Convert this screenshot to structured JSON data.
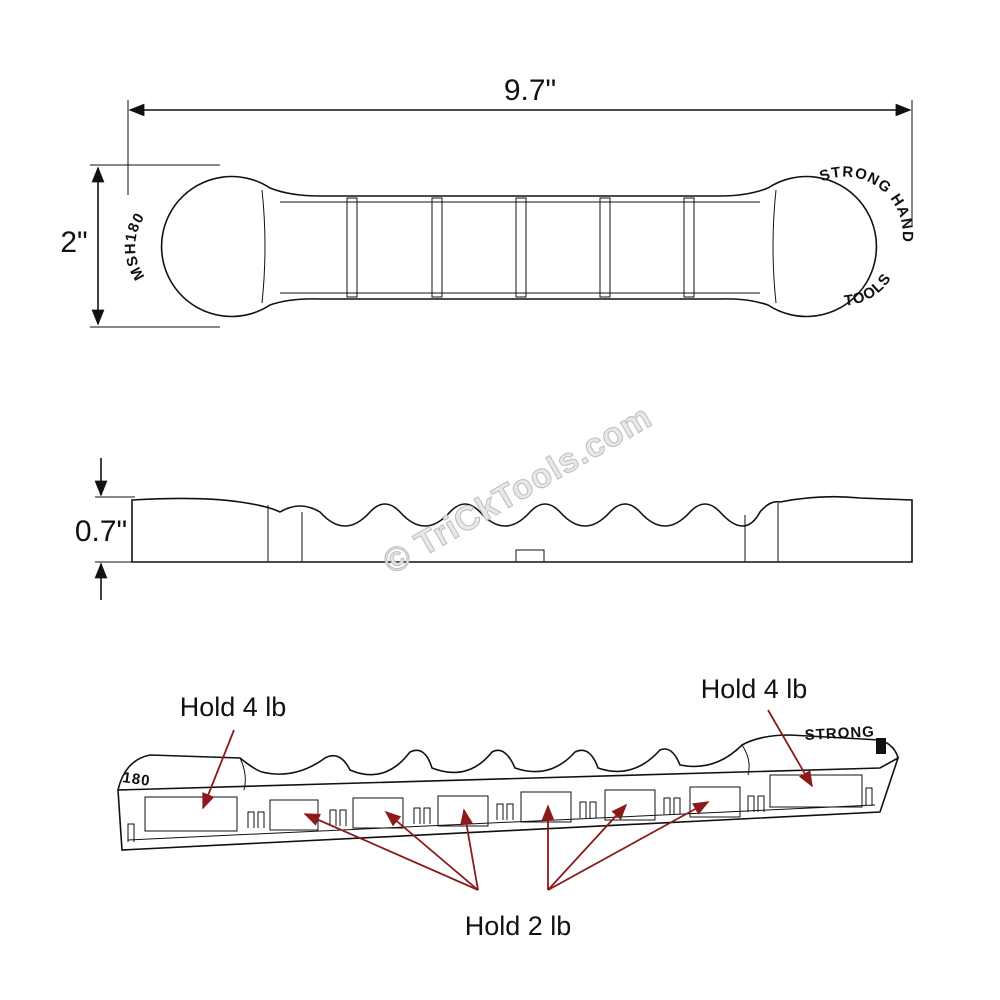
{
  "dimensions": {
    "length": "9.7\"",
    "width": "2\"",
    "height": "0.7\""
  },
  "embossed": {
    "left_label": "MSH180",
    "right_top": "STRONG HAND",
    "right_bottom": "TOOLS",
    "iso_label": "STRONG",
    "iso_side": "180"
  },
  "watermark": "© TriCkTools.com",
  "callouts": {
    "left": "Hold 4 lb",
    "right": "Hold 4 lb",
    "bottom": "Hold 2 lb"
  },
  "colors": {
    "line": "#111111",
    "arrow": "#8b1a1a",
    "background": "#ffffff"
  }
}
